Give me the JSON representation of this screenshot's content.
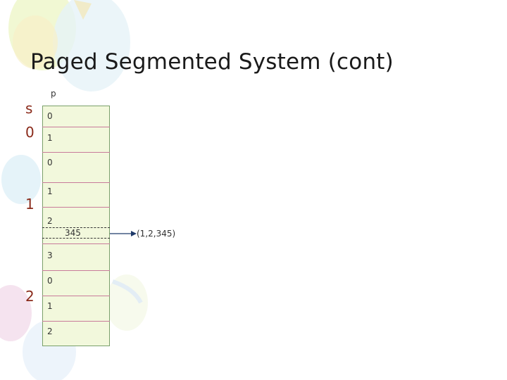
{
  "title": "Paged Segmented System (cont)",
  "axis_label_s": "s",
  "axis_label_p": "p",
  "segments": [
    {
      "id": "0",
      "pages": [
        "0",
        "1"
      ]
    },
    {
      "id": "1",
      "pages": [
        "0",
        "1",
        "2",
        "3"
      ]
    },
    {
      "id": "2",
      "pages": [
        "0",
        "1",
        "2"
      ]
    }
  ],
  "highlight_value": "345",
  "result_text": "(1,2,345)",
  "colors": {
    "cell_fill": "#f2f8dc",
    "segment_label": "#8a2a1a",
    "divider": "#c87a9a"
  }
}
